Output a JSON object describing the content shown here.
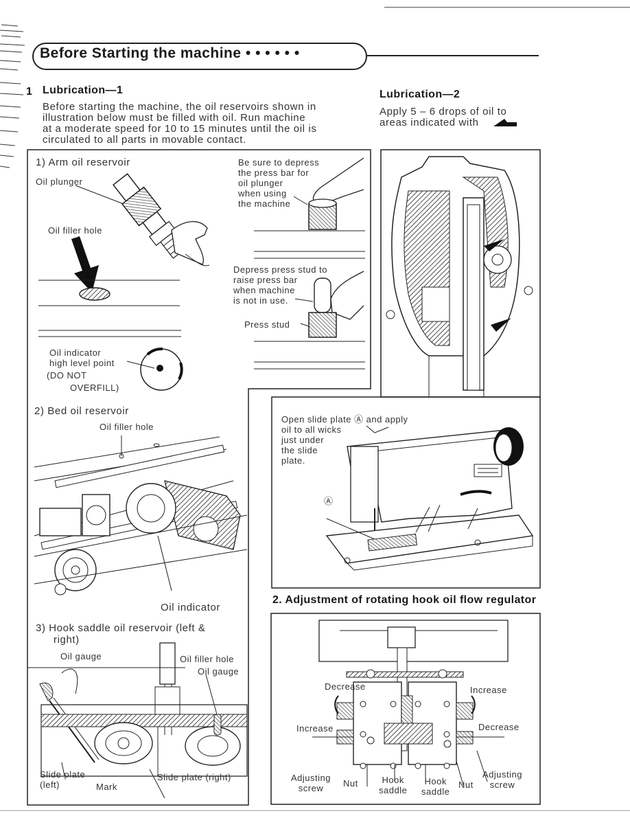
{
  "header": {
    "title": "Before Starting the machine • • • • • •"
  },
  "lubrication1": {
    "number": "1",
    "title": "Lubrication—1",
    "intro_lines": [
      "Before starting the machine, the oil reservoirs shown in",
      "illustration below must be filled with oil.  Run machine",
      "at a moderate speed for 10 to 15 minutes until the oil is",
      "circulated to all parts in movable contact."
    ],
    "arm": {
      "heading": "1) Arm oil reservoir",
      "oil_plunger": "Oil plunger",
      "oil_filler_hole": "Oil filler hole",
      "press_note": [
        "Be sure to depress",
        "the press bar for",
        "oil plunger",
        "when using",
        "the machine"
      ],
      "stud_note": [
        "Depress press stud to",
        "raise press bar",
        "when machine",
        "is not in use."
      ],
      "press_stud": "Press stud",
      "indicator_note": [
        "Oil indicator",
        "high level point",
        "(DO NOT",
        "OVERFILL)"
      ]
    },
    "bed": {
      "heading": "2) Bed oil reservoir",
      "oil_filler_hole": "Oil filler hole",
      "oil_indicator": "Oil indicator"
    },
    "hook_saddle": {
      "heading_line1": "3) Hook saddle oil reservoir (left &",
      "heading_line2": "right)",
      "oil_gauge_left": "Oil gauge",
      "oil_filler_hole": "Oil filler hole",
      "oil_gauge_right": "Oil gauge",
      "slide_plate_left_1": "Slide plate",
      "slide_plate_left_2": "(left)",
      "mark": "Mark",
      "slide_plate_right": "Slide plate (right)"
    }
  },
  "lubrication2": {
    "title": "Lubrication—2",
    "text_line1": "Apply 5 – 6 drops of oil to",
    "text_line2": "areas indicated with",
    "slide_note": [
      "Open slide plate Ⓐ and apply",
      "oil to all wicks",
      "just under",
      "the slide",
      "plate."
    ],
    "marker_a": "Ⓐ"
  },
  "adjustment": {
    "title": "2. Adjustment of rotating hook oil flow regulator",
    "decrease_left": "Decrease",
    "increase_right": "Increase",
    "increase_left": "Increase",
    "decrease_right": "Decrease",
    "adjusting_left_1": "Adjusting",
    "adjusting_left_2": "screw",
    "nut_left": "Nut",
    "hook_left_1": "Hook",
    "hook_left_2": "saddle",
    "hook_right_1": "Hook",
    "hook_right_2": "saddle",
    "nut_right": "Nut",
    "adjusting_right_1": "Adjusting",
    "adjusting_right_2": "screw"
  },
  "icons": {
    "oil_arrow": "solid-arrow-icon",
    "oil_can": "oil-can-icon"
  }
}
